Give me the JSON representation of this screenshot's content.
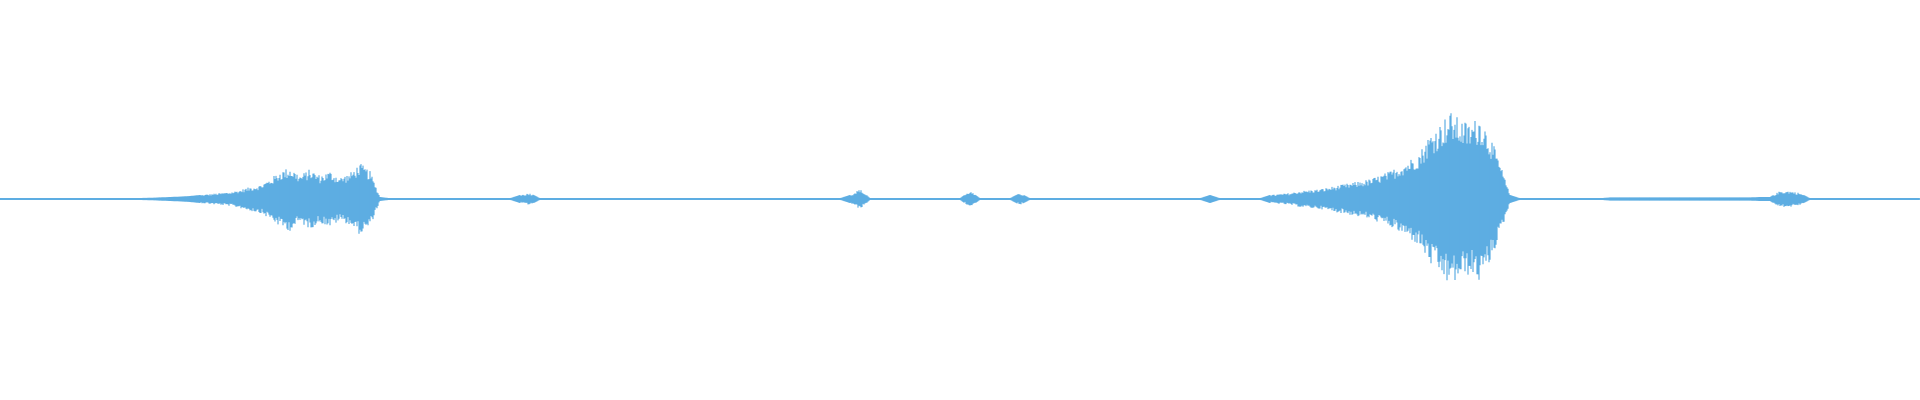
{
  "chart_data": {
    "type": "area",
    "style": "audio-waveform",
    "color": "#5dade2",
    "background": "#ffffff",
    "axes": "none",
    "grid": false,
    "legend": "none",
    "amplitude_range": [
      -1,
      1
    ],
    "bucket_count": 192,
    "envelope": [
      0.005,
      0.005,
      0.005,
      0.005,
      0.005,
      0.005,
      0.005,
      0.005,
      0.005,
      0.005,
      0.005,
      0.005,
      0.005,
      0.005,
      0.005,
      0.006,
      0.008,
      0.01,
      0.012,
      0.015,
      0.02,
      0.025,
      0.03,
      0.035,
      0.045,
      0.06,
      0.07,
      0.1,
      0.14,
      0.16,
      0.12,
      0.15,
      0.12,
      0.14,
      0.11,
      0.13,
      0.18,
      0.14,
      0.01,
      0.004,
      0.004,
      0.004,
      0.004,
      0.004,
      0.004,
      0.004,
      0.004,
      0.004,
      0.004,
      0.004,
      0.004,
      0.004,
      0.02,
      0.03,
      0.004,
      0.004,
      0.004,
      0.004,
      0.004,
      0.004,
      0.004,
      0.004,
      0.004,
      0.004,
      0.004,
      0.004,
      0.004,
      0.004,
      0.004,
      0.004,
      0.004,
      0.004,
      0.004,
      0.004,
      0.004,
      0.004,
      0.004,
      0.004,
      0.004,
      0.004,
      0.004,
      0.004,
      0.004,
      0.004,
      0.004,
      0.02,
      0.05,
      0.004,
      0.004,
      0.004,
      0.004,
      0.004,
      0.004,
      0.004,
      0.004,
      0.004,
      0.004,
      0.04,
      0.004,
      0.004,
      0.004,
      0.004,
      0.03,
      0.004,
      0.004,
      0.004,
      0.004,
      0.004,
      0.004,
      0.004,
      0.004,
      0.004,
      0.004,
      0.004,
      0.004,
      0.004,
      0.004,
      0.004,
      0.004,
      0.004,
      0.004,
      0.02,
      0.004,
      0.004,
      0.004,
      0.004,
      0.004,
      0.02,
      0.025,
      0.03,
      0.04,
      0.045,
      0.05,
      0.06,
      0.07,
      0.08,
      0.09,
      0.1,
      0.12,
      0.14,
      0.17,
      0.2,
      0.24,
      0.33,
      0.38,
      0.44,
      0.4,
      0.38,
      0.42,
      0.32,
      0.18,
      0.02,
      0.004,
      0.004,
      0.004,
      0.004,
      0.004,
      0.004,
      0.004,
      0.004,
      0.004,
      0.008,
      0.008,
      0.008,
      0.008,
      0.008,
      0.008,
      0.008,
      0.008,
      0.008,
      0.008,
      0.008,
      0.008,
      0.008,
      0.008,
      0.008,
      0.01,
      0.01,
      0.04,
      0.04,
      0.03,
      0.004,
      0.004,
      0.004,
      0.004,
      0.004,
      0.004,
      0.004,
      0.004,
      0.004,
      0.004,
      0.004
    ]
  }
}
